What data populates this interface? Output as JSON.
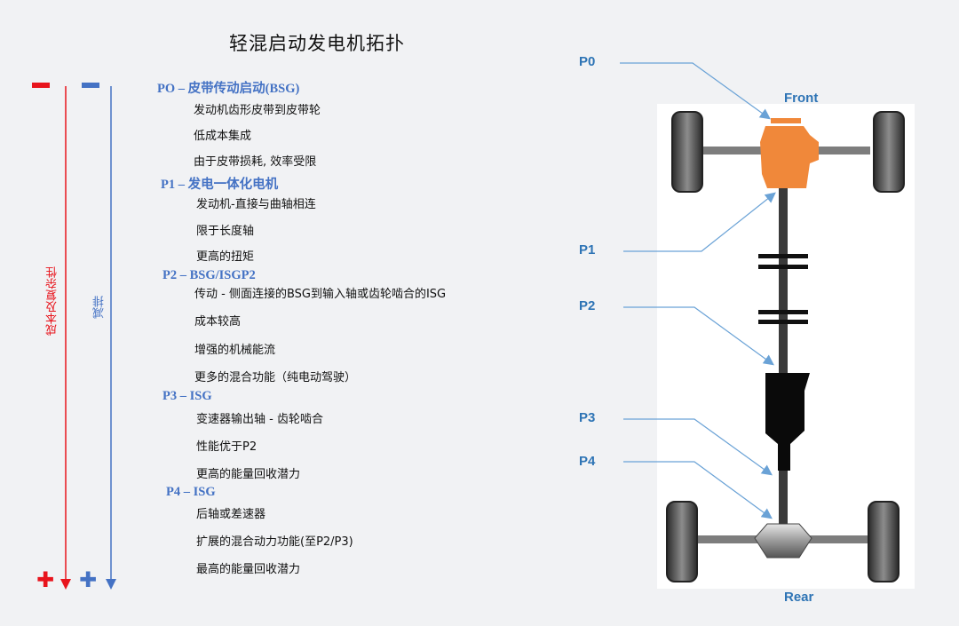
{
  "title": "轻混启动发电机拓扑",
  "axes": {
    "minus_symbol": "━",
    "plus_symbol": "✚",
    "cost_label": "成本及复杂性",
    "emission_label": "减排",
    "colors": {
      "cost": "#e8141c",
      "emission": "#4472c4"
    }
  },
  "sections": [
    {
      "title": "PO – 皮带传动启动(BSG)",
      "items": [
        "发动机齿形皮带到皮带轮",
        "低成本集成",
        "由于皮带损耗, 效率受限"
      ]
    },
    {
      "title": "P1 – 发电一体化电机",
      "items": [
        "发动机-直接与曲轴相连",
        "限于长度轴",
        "更高的扭矩"
      ]
    },
    {
      "title": "P2 – BSG/ISGP2",
      "items": [
        "传动 - 侧面连接的BSG到输入轴或齿轮啮合的ISG",
        "成本较高",
        "增强的机械能流",
        "更多的混合功能（纯电动驾驶）"
      ]
    },
    {
      "title": "P3 – ISG",
      "items": [
        "变速器输出轴 - 齿轮啮合",
        "性能优于P2",
        "更高的能量回收潜力"
      ]
    },
    {
      "title": "P4 – ISG",
      "items": [
        "后轴或差速器",
        "扩展的混合动力功能(至P2/P3)",
        "最高的能量回收潜力"
      ]
    }
  ],
  "diagram": {
    "front_label": "Front",
    "rear_label": "Rear",
    "positions": [
      "P0",
      "P1",
      "P2",
      "P3",
      "P4"
    ],
    "colors": {
      "motor": "#f0883a",
      "label": "#2e74b5",
      "arrow": "#6aa2d6"
    }
  }
}
